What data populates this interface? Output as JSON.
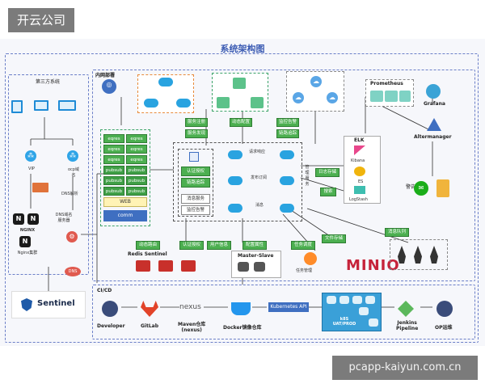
{
  "watermark": "开云公司",
  "site": "pcapp-kaiyun.com.cn",
  "title": "系统架构图",
  "third_party": {
    "title": "第三方系统",
    "vip": "VIP",
    "ocp": "ocp域\n名",
    "dns_parse": "DNS解析",
    "dns_server": "DNS域名\n服务器",
    "nginx_cluster": "Nginx集群",
    "sentinel": "Sentinel"
  },
  "internal": {
    "title": "内网部署",
    "registry": "服务注册",
    "discovery": "服务发现",
    "dynamic_config": "动态配置",
    "monitor_alert": "监控告警",
    "circuit_break": "链路追踪",
    "queue_cells": [
      "eqres",
      "eqres",
      "eqres",
      "eqres",
      "eqres",
      "eqres",
      "pubsub",
      "pubsub",
      "pubsub",
      "pubsub",
      "pubsub",
      "pubsub"
    ],
    "web": "WEB",
    "comm": "comm"
  },
  "core": {
    "auth": "认证授权",
    "trace": "链路追踪",
    "msg_service": "消息服务",
    "monitor": "监控告警",
    "request_resp": "请求响应",
    "pub_sub": "发布订阅",
    "message": "消息",
    "manage_service": "管理服务"
  },
  "middleware": {
    "dynamic_route": "动态路由",
    "auth_grant": "认证授权",
    "user_info": "用户信息",
    "config_attr": "配置属性",
    "task_schedule": "任务调度",
    "file_storage": "文件存储",
    "msg_queue": "消息队列",
    "redis_sentinel": "Redis Sentinel",
    "master_slave": "Master-Slave",
    "task_manage": "任务管理",
    "minio": "MINIO"
  },
  "monitoring": {
    "prometheus": "Prometheus",
    "grafana": "Grafana",
    "alertmanager": "Altermanager",
    "alarm": "警告",
    "elk": "ELK",
    "kibana": "Kibana",
    "es": "ES",
    "logstash": "LogStash",
    "log_storage": "日志存储",
    "search": "搜索"
  },
  "cicd": {
    "title": "CI/CD",
    "developer": "Developer",
    "gitlab": "GitLab",
    "maven": "Maven仓库\n(nexus)",
    "nexus": "nexus",
    "docker": "Docker镜像仓库",
    "k8s_api": "Kubernetes API",
    "k8s_cluster": "k8S\nUAT/PROD",
    "jenkins": "Jenkins\nPipeline",
    "op": "OP运维"
  }
}
